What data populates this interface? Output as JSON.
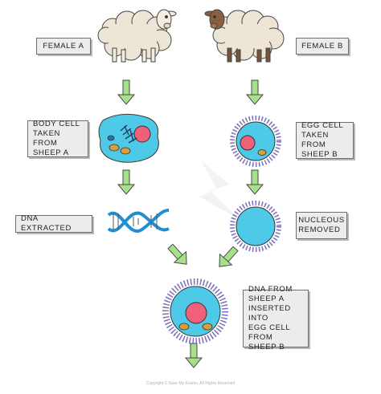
{
  "labels": {
    "female_a": "FEMALE A",
    "female_b": "FEMALE B",
    "body_cell": "BODY CELL\nTAKEN FROM\nSHEEP A",
    "egg_cell": "EGG CELL\nTAKEN FROM\nSHEEP B",
    "dna_extracted": "DNA EXTRACTED",
    "nucleous_removed": "NUCLEOUS\nREMOVED",
    "dna_inserted": "DNA FROM\nSHEEP A\nINSERTED INTO\nEGG CELL\nFROM SHEEP B"
  },
  "footer": {
    "copyright": "Copyright © Save My Exams. All Rights Reserved"
  },
  "colors": {
    "arrow": "#a6e08a",
    "cell_cyan": "#4fc9e8",
    "nucleus_pink": "#f0607a",
    "villi_purple": "#7a6fb8",
    "dna_blue": "#1f8fd1",
    "wool": "#ede6d6"
  }
}
